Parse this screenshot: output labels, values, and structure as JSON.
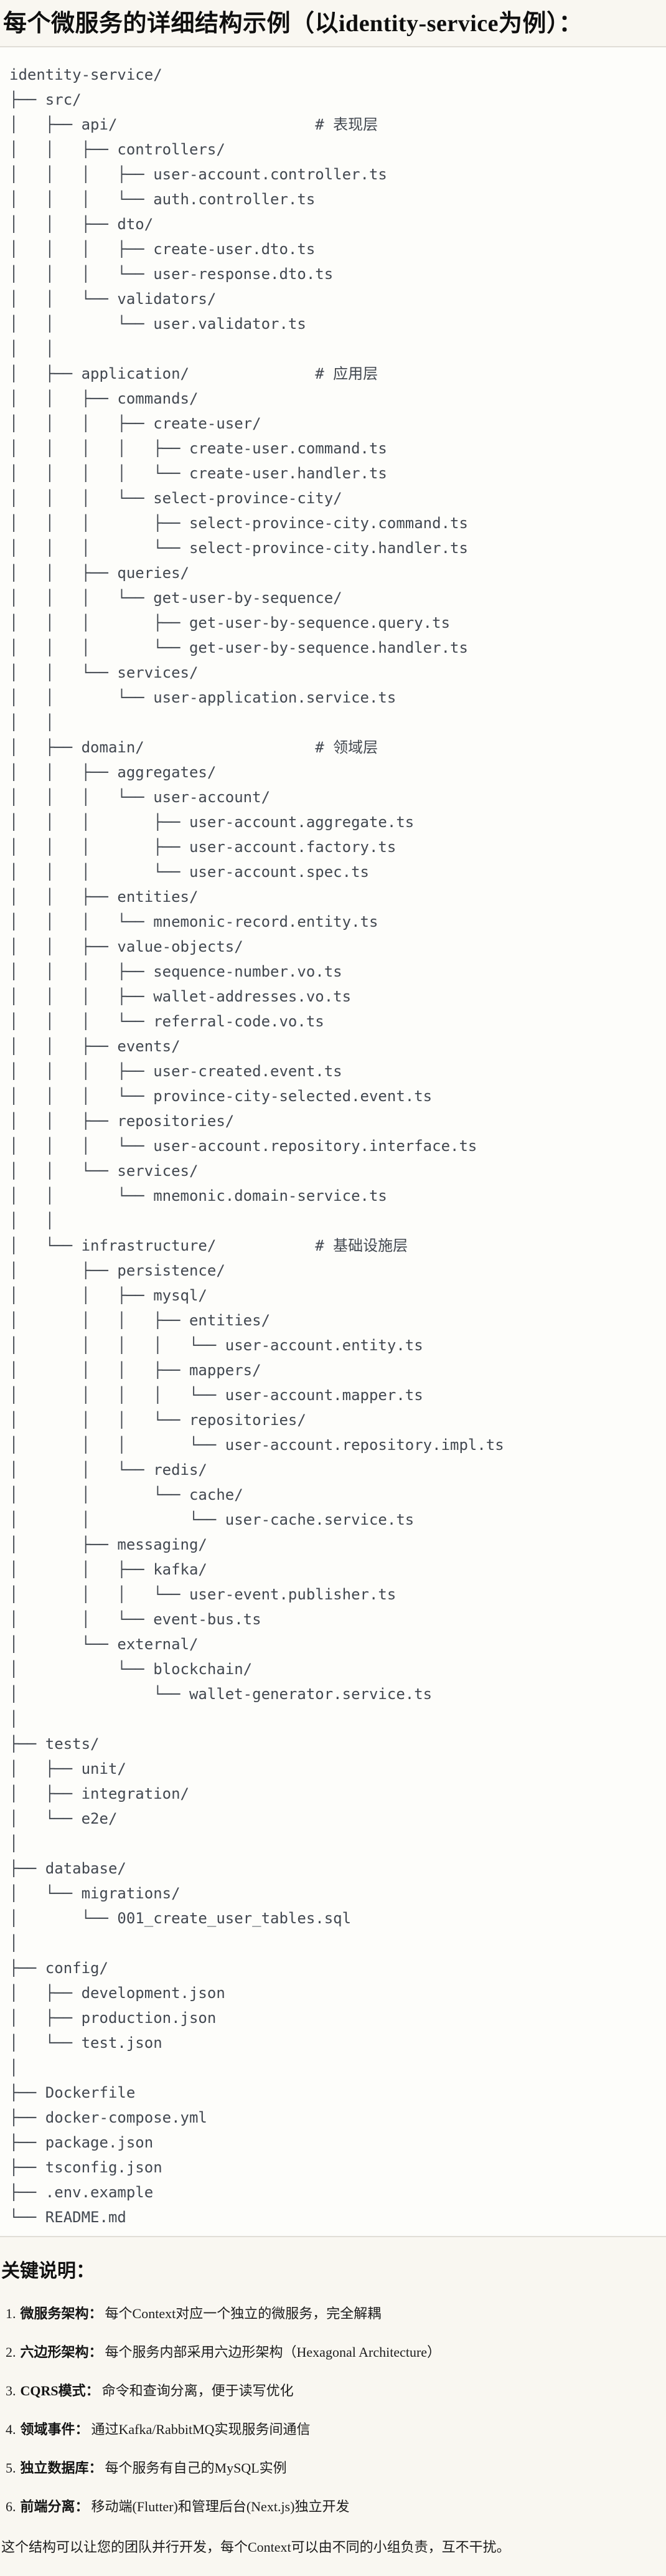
{
  "page": {
    "title": "每个微服务的详细结构示例（以identity-service为例）：",
    "notes_heading": "关键说明：",
    "closing": "这个结构可以让您的团队并行开发，每个Context可以由不同的小组负责，互不干扰。"
  },
  "tree": {
    "language": "plaintext",
    "lines": [
      "identity-service/",
      "├── src/",
      "│   ├── api/                      # 表现层",
      "│   │   ├── controllers/",
      "│   │   │   ├── user-account.controller.ts",
      "│   │   │   └── auth.controller.ts",
      "│   │   ├── dto/",
      "│   │   │   ├── create-user.dto.ts",
      "│   │   │   └── user-response.dto.ts",
      "│   │   └── validators/",
      "│   │       └── user.validator.ts",
      "│   │",
      "│   ├── application/              # 应用层",
      "│   │   ├── commands/",
      "│   │   │   ├── create-user/",
      "│   │   │   │   ├── create-user.command.ts",
      "│   │   │   │   └── create-user.handler.ts",
      "│   │   │   └── select-province-city/",
      "│   │   │       ├── select-province-city.command.ts",
      "│   │   │       └── select-province-city.handler.ts",
      "│   │   ├── queries/",
      "│   │   │   └── get-user-by-sequence/",
      "│   │   │       ├── get-user-by-sequence.query.ts",
      "│   │   │       └── get-user-by-sequence.handler.ts",
      "│   │   └── services/",
      "│   │       └── user-application.service.ts",
      "│   │",
      "│   ├── domain/                   # 领域层",
      "│   │   ├── aggregates/",
      "│   │   │   └── user-account/",
      "│   │   │       ├── user-account.aggregate.ts",
      "│   │   │       ├── user-account.factory.ts",
      "│   │   │       └── user-account.spec.ts",
      "│   │   ├── entities/",
      "│   │   │   └── mnemonic-record.entity.ts",
      "│   │   ├── value-objects/",
      "│   │   │   ├── sequence-number.vo.ts",
      "│   │   │   ├── wallet-addresses.vo.ts",
      "│   │   │   └── referral-code.vo.ts",
      "│   │   ├── events/",
      "│   │   │   ├── user-created.event.ts",
      "│   │   │   └── province-city-selected.event.ts",
      "│   │   ├── repositories/",
      "│   │   │   └── user-account.repository.interface.ts",
      "│   │   └── services/",
      "│   │       └── mnemonic.domain-service.ts",
      "│   │",
      "│   └── infrastructure/           # 基础设施层",
      "│       ├── persistence/",
      "│       │   ├── mysql/",
      "│       │   │   ├── entities/",
      "│       │   │   │   └── user-account.entity.ts",
      "│       │   │   ├── mappers/",
      "│       │   │   │   └── user-account.mapper.ts",
      "│       │   │   └── repositories/",
      "│       │   │       └── user-account.repository.impl.ts",
      "│       │   └── redis/",
      "│       │       └── cache/",
      "│       │           └── user-cache.service.ts",
      "│       ├── messaging/",
      "│       │   ├── kafka/",
      "│       │   │   └── user-event.publisher.ts",
      "│       │   └── event-bus.ts",
      "│       └── external/",
      "│           └── blockchain/",
      "│               └── wallet-generator.service.ts",
      "│",
      "├── tests/",
      "│   ├── unit/",
      "│   ├── integration/",
      "│   └── e2e/",
      "│",
      "├── database/",
      "│   └── migrations/",
      "│       └── 001_create_user_tables.sql",
      "│",
      "├── config/",
      "│   ├── development.json",
      "│   ├── production.json",
      "│   └── test.json",
      "│",
      "├── Dockerfile",
      "├── docker-compose.yml",
      "├── package.json",
      "├── tsconfig.json",
      "├── .env.example",
      "└── README.md"
    ]
  },
  "notes": {
    "separator": "：",
    "items": [
      {
        "num": "1.",
        "term": "微服务架构",
        "text": "每个Context对应一个独立的微服务，完全解耦"
      },
      {
        "num": "2.",
        "term": "六边形架构",
        "text": "每个服务内部采用六边形架构（Hexagonal Architecture）"
      },
      {
        "num": "3.",
        "term": "CQRS模式",
        "text": "命令和查询分离，便于读写优化"
      },
      {
        "num": "4.",
        "term": "领域事件",
        "text": "通过Kafka/RabbitMQ实现服务间通信"
      },
      {
        "num": "5.",
        "term": "独立数据库",
        "text": "每个服务有自己的MySQL实例"
      },
      {
        "num": "6.",
        "term": "前端分离",
        "text": "移动端(Flutter)和管理后台(Next.js)独立开发"
      }
    ]
  },
  "colors": {
    "page_bg": "#f9f7f1",
    "code_bg": "#fdfdfa",
    "divider": "#e1ded7",
    "tree_text": "#424850",
    "body_text": "#1c1c1c",
    "title_text": "#0f0f0f"
  }
}
